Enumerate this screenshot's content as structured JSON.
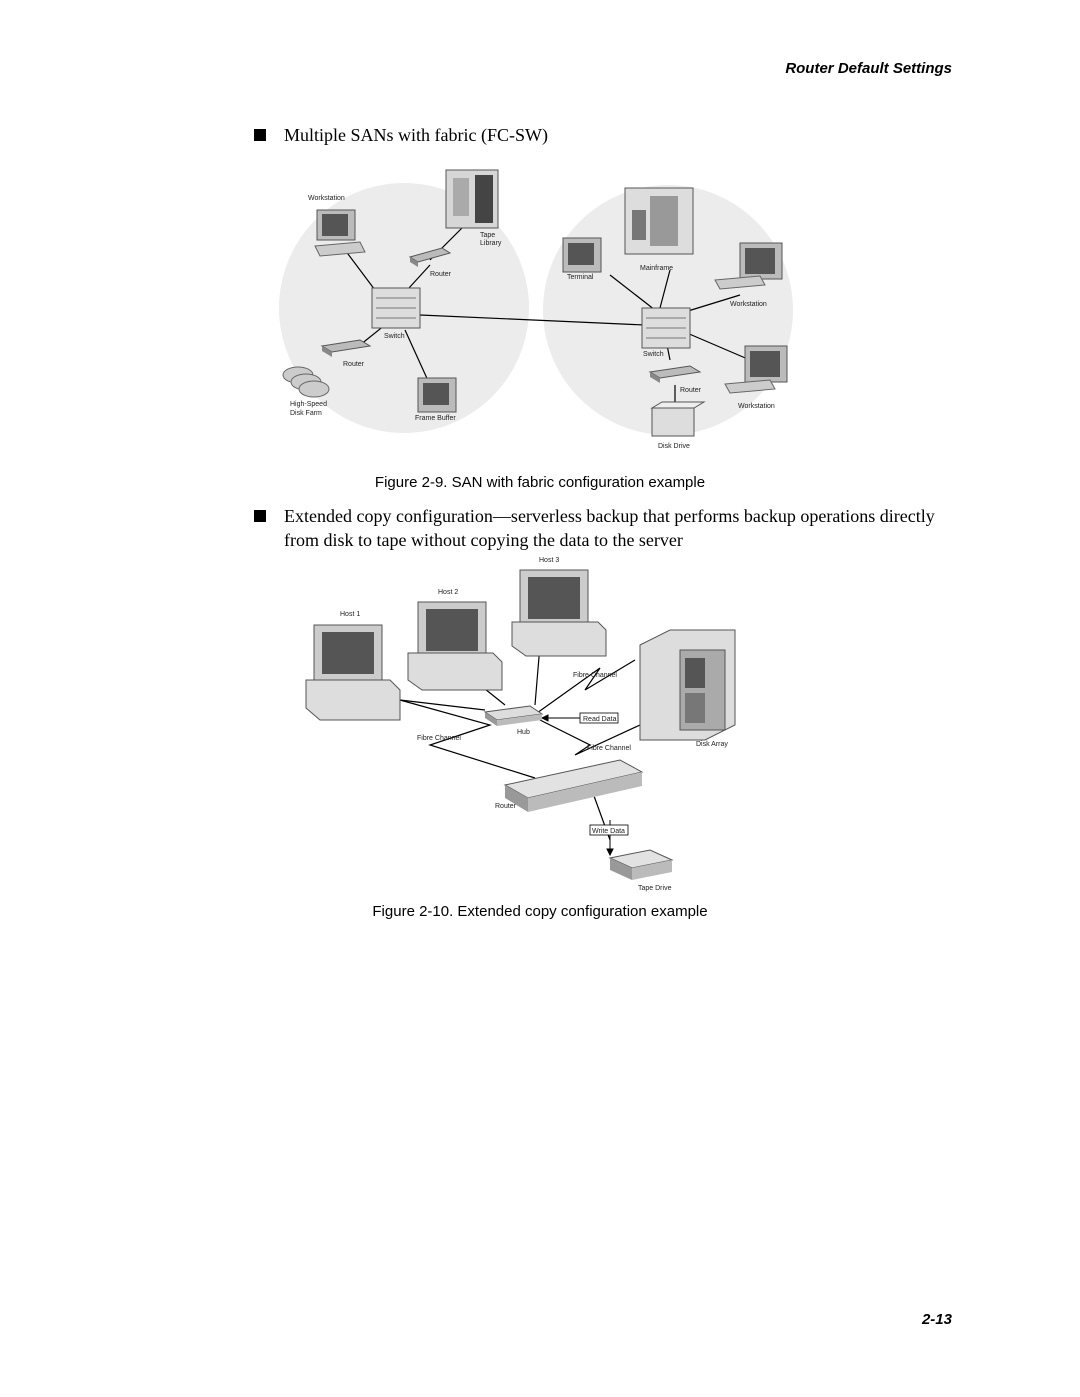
{
  "header": {
    "running_title": "Router Default Settings"
  },
  "bullets": [
    {
      "text": "Multiple SANs with fabric (FC-SW)"
    },
    {
      "text": "Extended copy configuration—serverless backup that performs backup operations directly from disk to tape without copying the data to the server"
    }
  ],
  "figure1": {
    "caption": "Figure 2-9. SAN with fabric configuration example",
    "labels": {
      "workstation_left": "Workstation",
      "tape": "Tape",
      "library": "Library",
      "router_top": "Router",
      "switch_left": "Switch",
      "router_left": "Router",
      "disk_farm_1": "High-Speed",
      "disk_farm_2": "Disk Farm",
      "frame_buffer": "Frame Buffer",
      "terminal": "Terminal",
      "mainframe": "Mainframe",
      "workstation_right_top": "Workstation",
      "switch_right": "Switch",
      "router_right": "Router",
      "workstation_right_bottom": "Workstation",
      "disk_drive": "Disk Drive"
    }
  },
  "figure2": {
    "caption": "Figure 2-10. Extended copy configuration example",
    "labels": {
      "host1": "Host 1",
      "host2": "Host 2",
      "host3": "Host 3",
      "fibre_channel_top": "Fibre Channel",
      "read_data": "Read Data",
      "hub": "Hub",
      "fibre_channel_left": "Fibre Channel",
      "fibre_channel_mid": "Fibre Channel",
      "disk_array": "Disk Array",
      "router": "Router",
      "write_data": "Write Data",
      "tape_drive": "Tape Drive"
    }
  },
  "footer": {
    "page_number": "2-13"
  }
}
